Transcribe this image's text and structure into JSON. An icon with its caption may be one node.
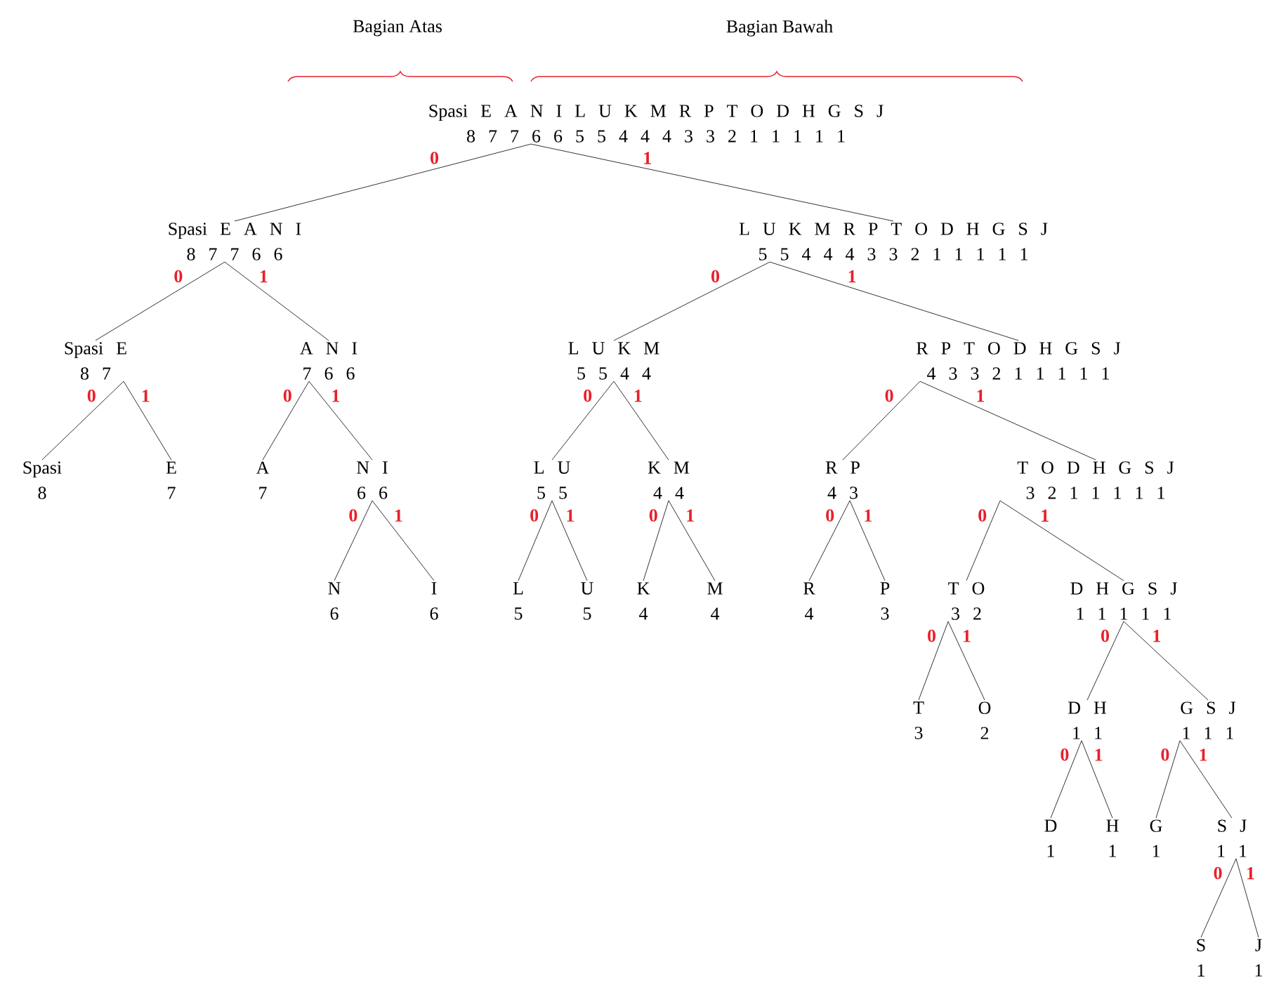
{
  "diagram": {
    "nodes": [
      {
        "text": [
          "Spasi E A N I L U K M R P T O D H G S J",
          "8 7 7 6 6 5 5 4 4 4 3 3 2 1 1 1 1 1"
        ]
      },
      {
        "text": [
          "Spasi E A N I",
          "8 7 7 6 6"
        ]
      },
      {
        "text": [
          "L U K M R P T O D H G S J",
          "5 5 4 4 4 3 3 2 1 1 1 1 1"
        ]
      },
      {
        "text": [
          "Spasi E",
          "8 7"
        ]
      },
      {
        "text": [
          "A N I",
          "7 6 6"
        ]
      },
      {
        "text": [
          "L U K M",
          "5 5 4 4"
        ]
      },
      {
        "text": [
          "R P T O D H G S J",
          "4 3 3 2 1 1 1 1 1"
        ]
      },
      {
        "text": [
          "Spasi",
          "8"
        ]
      },
      {
        "text": [
          "E",
          "7"
        ]
      },
      {
        "text": [
          "A",
          "7"
        ]
      },
      {
        "text": [
          "N I",
          "6 6"
        ]
      },
      {
        "text": [
          "L U",
          "5 5"
        ]
      },
      {
        "text": [
          "K M",
          "4 4"
        ]
      },
      {
        "text": [
          "R P",
          "4 3"
        ]
      },
      {
        "text": [
          "T O D H G S J",
          "3 2 1 1 1 1 1"
        ]
      },
      {
        "text": [
          "N",
          "6"
        ]
      },
      {
        "text": [
          "I",
          "6"
        ]
      },
      {
        "text": [
          "L",
          "5"
        ]
      },
      {
        "text": [
          "U",
          "5"
        ]
      },
      {
        "text": [
          "K",
          "4"
        ]
      },
      {
        "text": [
          "M",
          "4"
        ]
      },
      {
        "text": [
          "R",
          "4"
        ]
      },
      {
        "text": [
          "P",
          "3"
        ]
      },
      {
        "text": [
          "T O",
          "3 2"
        ]
      },
      {
        "text": [
          "D H G S J",
          "1 1 1 1 1"
        ]
      },
      {
        "text": [
          "T",
          "3"
        ]
      },
      {
        "text": [
          "O",
          "2"
        ]
      },
      {
        "text": [
          "D H",
          "1 1"
        ]
      },
      {
        "text": [
          "G S J",
          "1 1 1"
        ]
      },
      {
        "text": [
          "D",
          "1"
        ]
      },
      {
        "text": [
          "H",
          "1"
        ]
      },
      {
        "text": [
          "G",
          "1"
        ]
      },
      {
        "text": [
          "S J",
          "1 1"
        ]
      },
      {
        "text": [
          "S",
          "1"
        ]
      },
      {
        "text": [
          "J",
          "1"
        ]
      }
    ],
    "edges": [
      {
        "from": 0,
        "to": 1,
        "arrow": "none",
        "label": "0"
      },
      {
        "from": 0,
        "to": 2,
        "arrow": "none",
        "label": "1"
      },
      {
        "from": 1,
        "to": 3,
        "arrow": "none",
        "label": "0"
      },
      {
        "from": 1,
        "to": 4,
        "arrow": "none",
        "label": "1"
      },
      {
        "from": 2,
        "to": 5,
        "arrow": "none",
        "label": "0"
      },
      {
        "from": 2,
        "to": 6,
        "arrow": "none",
        "label": "1"
      },
      {
        "from": 3,
        "to": 7,
        "arrow": "none",
        "label": "0"
      },
      {
        "from": 3,
        "to": 8,
        "arrow": "none",
        "label": "1"
      },
      {
        "from": 4,
        "to": 9,
        "arrow": "none",
        "label": "0"
      },
      {
        "from": 4,
        "to": 10,
        "arrow": "none",
        "label": "1"
      },
      {
        "from": 5,
        "to": 11,
        "arrow": "none",
        "label": "0"
      },
      {
        "from": 5,
        "to": 12,
        "arrow": "none",
        "label": "1"
      },
      {
        "from": 6,
        "to": 13,
        "arrow": "none",
        "label": "0"
      },
      {
        "from": 6,
        "to": 14,
        "arrow": "none",
        "label": "1"
      },
      {
        "from": 10,
        "to": 15,
        "arrow": "none",
        "label": "0"
      },
      {
        "from": 10,
        "to": 16,
        "arrow": "none",
        "label": "1"
      },
      {
        "from": 11,
        "to": 17,
        "arrow": "none",
        "label": "0"
      },
      {
        "from": 11,
        "to": 18,
        "arrow": "none",
        "label": "1"
      },
      {
        "from": 12,
        "to": 19,
        "arrow": "none",
        "label": "0"
      },
      {
        "from": 12,
        "to": 20,
        "arrow": "none",
        "label": "1"
      },
      {
        "from": 13,
        "to": 21,
        "arrow": "none",
        "label": "0"
      },
      {
        "from": 13,
        "to": 22,
        "arrow": "none",
        "label": "1"
      },
      {
        "from": 14,
        "to": 23,
        "arrow": "none",
        "label": "0"
      },
      {
        "from": 14,
        "to": 24,
        "arrow": "none",
        "label": "1"
      },
      {
        "from": 23,
        "to": 25,
        "arrow": "none",
        "label": "0"
      },
      {
        "from": 23,
        "to": 26,
        "arrow": "none",
        "label": "1"
      },
      {
        "from": 24,
        "to": 27,
        "arrow": "none",
        "label": "0"
      },
      {
        "from": 24,
        "to": 28,
        "arrow": "none",
        "label": "1"
      },
      {
        "from": 27,
        "to": 29,
        "arrow": "none",
        "label": "0"
      },
      {
        "from": 27,
        "to": 30,
        "arrow": "none",
        "label": "1"
      },
      {
        "from": 28,
        "to": 31,
        "arrow": "none",
        "label": "0"
      },
      {
        "from": 28,
        "to": 32,
        "arrow": "none",
        "label": "1"
      },
      {
        "from": 32,
        "to": 33,
        "arrow": "none",
        "label": "0"
      },
      {
        "from": 32,
        "to": 34,
        "arrow": "none",
        "label": "1"
      }
    ],
    "labels": [
      "Bagian Atas",
      "Bagian Bawah"
    ]
  }
}
